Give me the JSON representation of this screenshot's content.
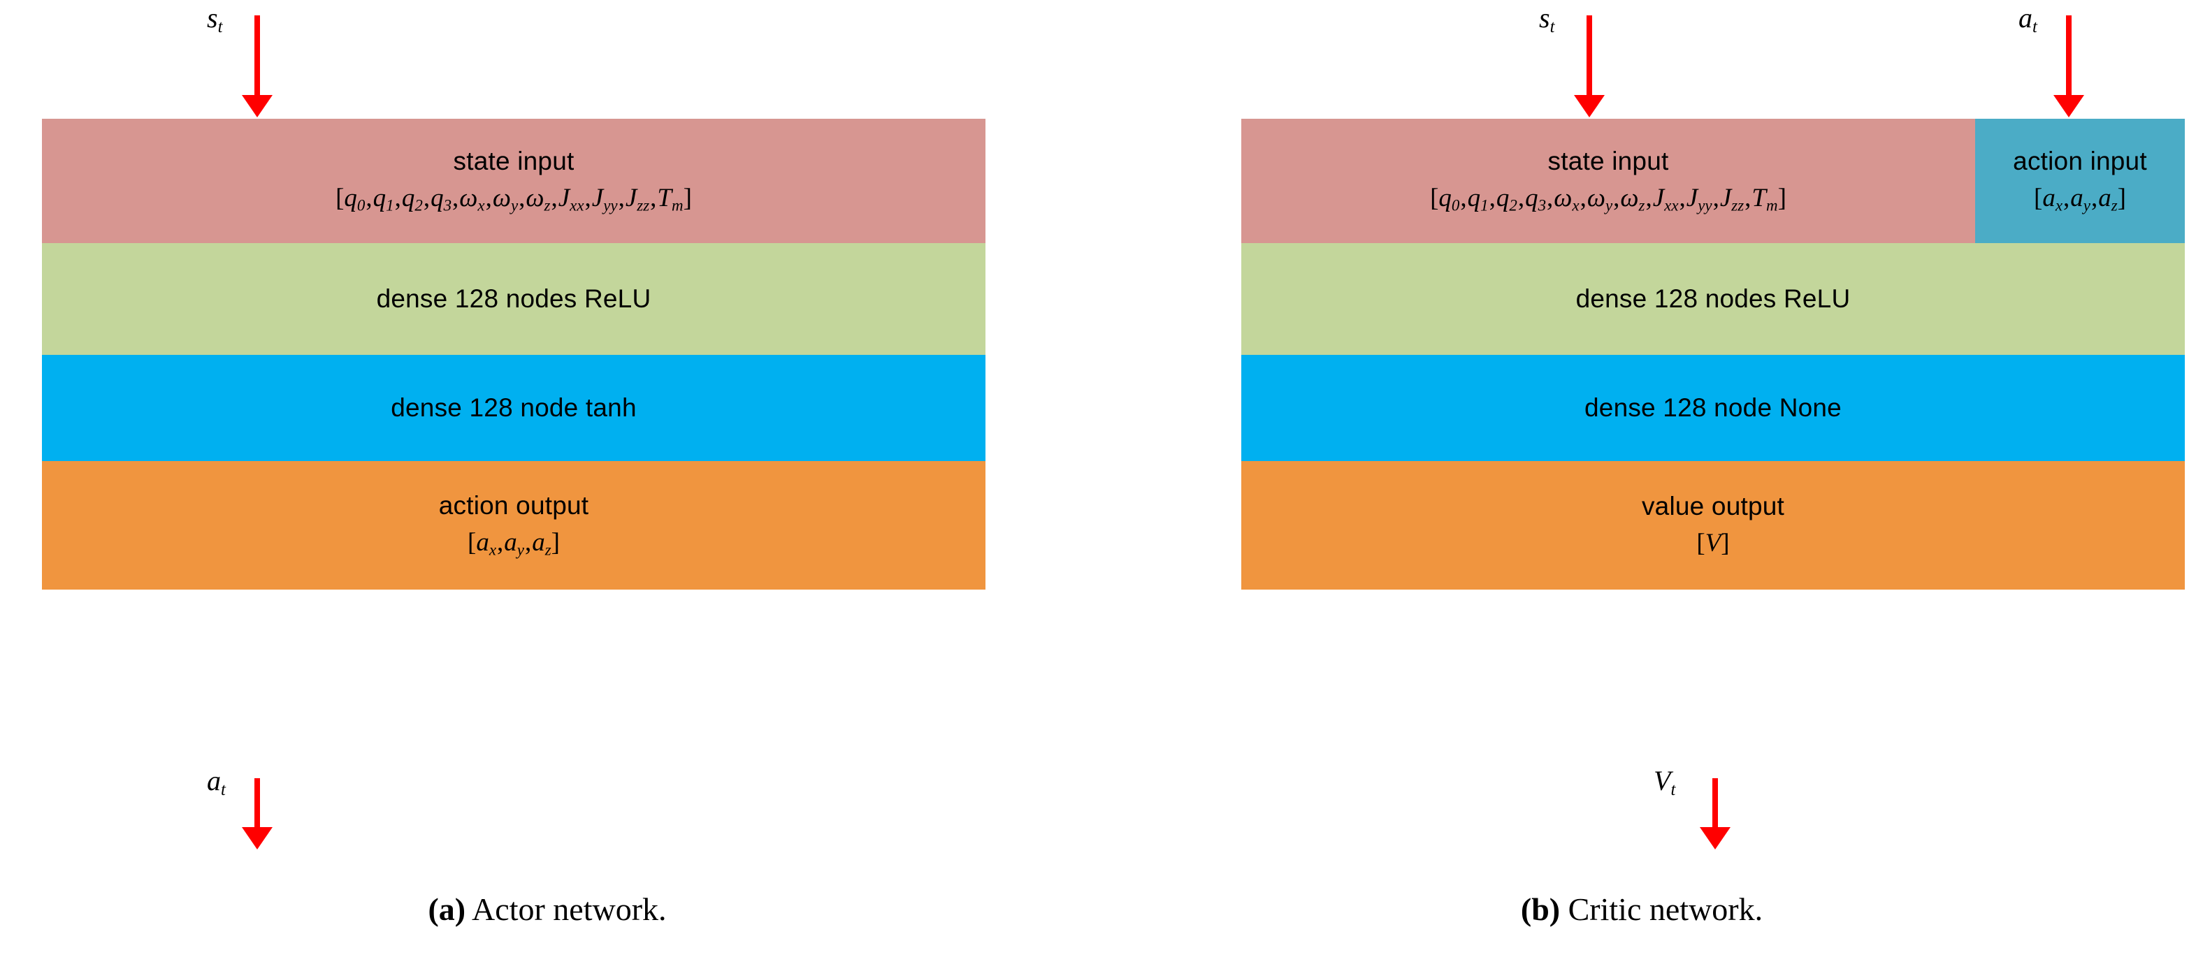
{
  "figure": {
    "colors": {
      "state_input": "#d79691",
      "action_input": "#4bacc6",
      "hidden_relu": "#c3d69b",
      "hidden_act": "#00b0f0",
      "output": "#f0953f",
      "arrow": "#ff0000",
      "background": "#ffffff",
      "text": "#000000"
    }
  },
  "actor": {
    "caption_tag": "(a)",
    "caption_text": " Actor network.",
    "input_arrow_label": "s",
    "input_arrow_sub": "t",
    "output_arrow_label": "a",
    "output_arrow_sub": "t",
    "layers": [
      {
        "name": "state-input",
        "title": "state input",
        "vector": "[q0,q1,q2,q3,ωx,ωy,ωz,Jxx,Jyy,Jzz,Tm]",
        "color": "#d79691"
      },
      {
        "name": "hidden-1",
        "title": "dense 128 nodes ReLU",
        "color": "#c3d69b"
      },
      {
        "name": "hidden-2",
        "title": "dense 128 node tanh",
        "color": "#00b0f0"
      },
      {
        "name": "action-output",
        "title": "action output",
        "vector": "[ax,ay,az]",
        "color": "#f0953f"
      }
    ]
  },
  "critic": {
    "caption_tag": "(b)",
    "caption_text": " Critic network.",
    "state_arrow_label": "s",
    "state_arrow_sub": "t",
    "action_arrow_label": "a",
    "action_arrow_sub": "t",
    "output_arrow_label": "V",
    "output_arrow_sub": "t",
    "layers": [
      {
        "name": "state-input",
        "title": "state input",
        "vector": "[q0,q1,q2,q3,ωx,ωy,ωz,Jxx,Jyy,Jzz,Tm]",
        "color": "#d79691"
      },
      {
        "name": "action-input",
        "title": "action input",
        "vector": "[ax,ay,az]",
        "color": "#4bacc6"
      },
      {
        "name": "hidden-1",
        "title": "dense 128 nodes ReLU",
        "color": "#c3d69b"
      },
      {
        "name": "hidden-2",
        "title": "dense 128 node None",
        "color": "#00b0f0"
      },
      {
        "name": "value-output",
        "title": "value output",
        "vector": "[V]",
        "color": "#f0953f"
      }
    ]
  }
}
